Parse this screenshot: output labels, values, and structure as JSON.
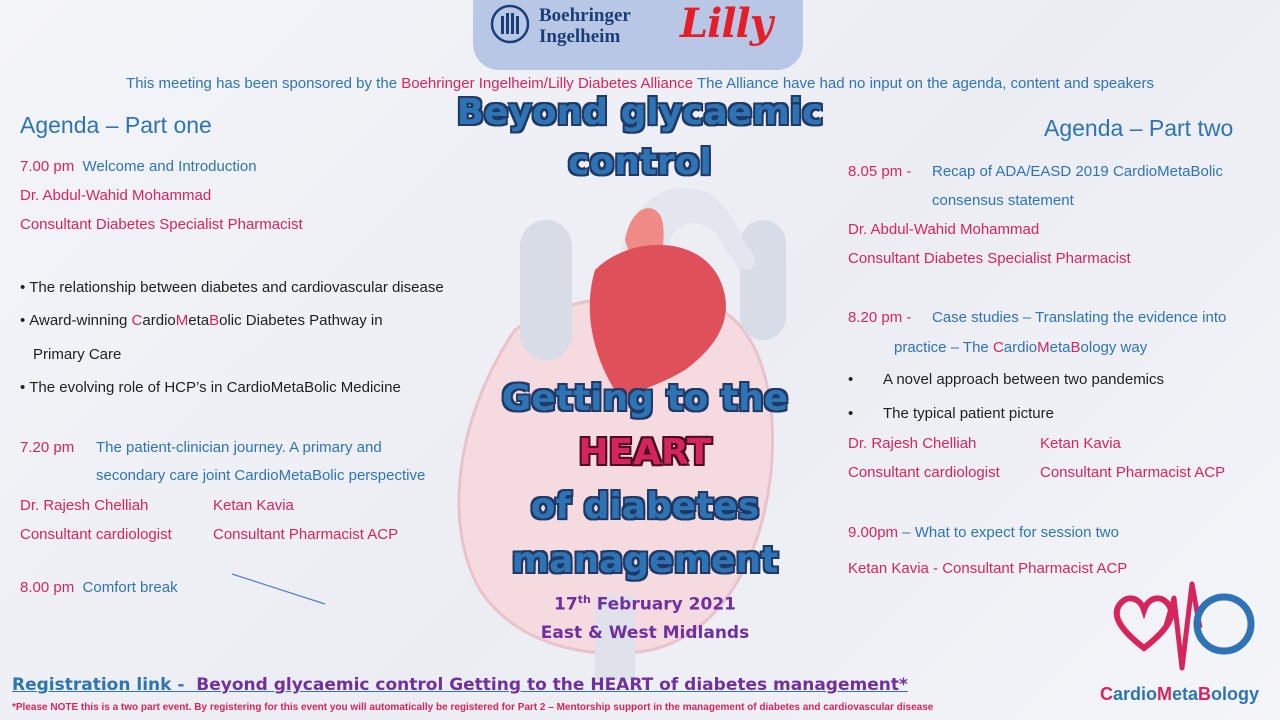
{
  "sponsors": {
    "boehringer_line1": "Boehringer",
    "boehringer_line2": "Ingelheim",
    "lilly": "Lilly"
  },
  "sponsor_notice": {
    "prefix": "This meeting has been sponsored by the ",
    "alliance": "Boehringer Ingelheim/Lilly Diabetes Alliance",
    "suffix": "  The Alliance have had no input on the agenda, content and speakers"
  },
  "part_one": {
    "heading": "Agenda – Part one",
    "welcome_time": "7.00 pm",
    "welcome_title": "Welcome and Introduction",
    "speaker1_name": "Dr. Abdul-Wahid Mohammad",
    "speaker1_role": "Consultant Diabetes Specialist Pharmacist",
    "bullets": [
      "The relationship between diabetes and cardiovascular disease",
      "The evolving role of HCP’s in CardioMetaBolic Medicine"
    ],
    "award_bullet": {
      "pre": "Award-winning ",
      "c": "C",
      "ardio": "ardio",
      "m": "M",
      "eta": "eta",
      "b": "B",
      "olic": "olic Diabetes Pathway in",
      "line2": "Primary Care"
    },
    "journey_time": "7.20 pm",
    "journey_line1": "The patient-clinician journey. A primary and",
    "journey_line2": "secondary care joint CardioMetaBolic perspective",
    "speaker2_name": "Dr. Rajesh Chelliah",
    "speaker2_role": "Consultant cardiologist",
    "speaker3_name": "Ketan Kavia",
    "speaker3_role": "Consultant Pharmacist ACP",
    "break_time": "8.00 pm",
    "break_title": "Comfort break"
  },
  "center": {
    "title1": "Beyond glycaemic",
    "title2": "control",
    "sub1": "Getting to the",
    "sub2": "HEART",
    "sub3": "of diabetes",
    "sub4": "management",
    "date_day": "17",
    "date_suffix": "th",
    "date_rest": " February 2021",
    "region": "East & West Midlands"
  },
  "part_two": {
    "heading": "Agenda – Part two",
    "recap_time": "8.05 pm  -",
    "recap_line1": "Recap of ADA/EASD 2019 CardioMetaBolic",
    "recap_line2": "consensus statement",
    "speaker1_name": "Dr. Abdul-Wahid Mohammad",
    "speaker1_role": "Consultant Diabetes Specialist Pharmacist",
    "case_time": "8.20 pm  -",
    "case_line1": "Case studies – Translating the evidence into",
    "case_line2_pre": "practice – The ",
    "case_c": "C",
    "case_ardio": "ardio",
    "case_m": "M",
    "case_eta": "eta",
    "case_b": "B",
    "case_ology": "ology way",
    "bullets": [
      "A novel approach between two pandemics",
      "The typical patient picture"
    ],
    "speaker2_name": "Dr. Rajesh Chelliah",
    "speaker2_role": "Consultant cardiologist",
    "speaker3_name": "Ketan Kavia",
    "speaker3_role": "Consultant Pharmacist ACP",
    "next_time": "9.00pm",
    "next_title": " – What to expect for session two",
    "next_speaker": "Ketan Kavia - Consultant Pharmacist ACP"
  },
  "registration": {
    "label": "Registration link -",
    "title": "Beyond glycaemic control Getting to the HEART of diabetes management*",
    "note": "*Please NOTE this is a two part event. By registering for this event you will automatically  be registered for Part 2 – Mentorship support in the management of diabetes and cardiovascular  disease"
  },
  "logo": {
    "c": "C",
    "ardio": "ardio",
    "m": "M",
    "eta": "eta",
    "b": "B",
    "ology": "ology"
  },
  "colors": {
    "blue": "#2e74b5",
    "pink": "#d6245c",
    "purple": "#7030a0",
    "heart": "#e0505a"
  }
}
